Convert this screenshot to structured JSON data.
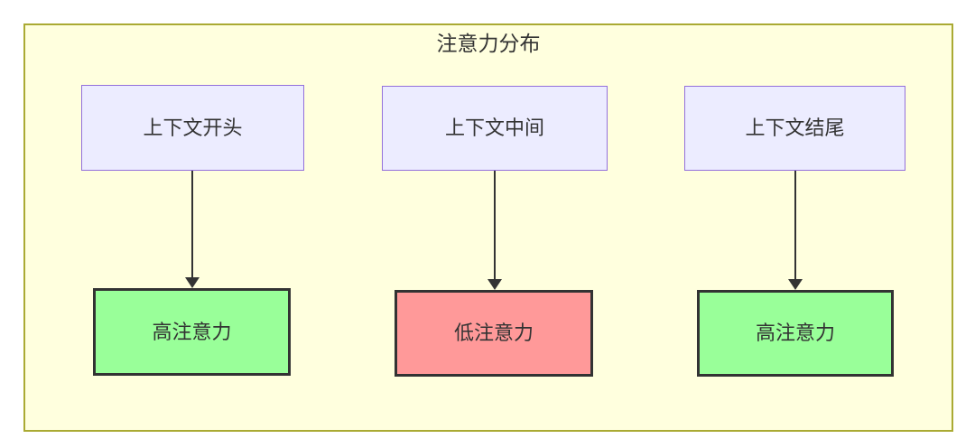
{
  "diagram": {
    "title": "注意力分布",
    "cluster": {
      "fill": "#ffffde",
      "stroke": "#aaaa33"
    },
    "arrow_color": "#333333",
    "source_style": {
      "fill": "#ECECFF",
      "stroke": "#9370DB"
    },
    "columns": [
      {
        "source": {
          "label": "上下文开头",
          "fill": "#ECECFF",
          "stroke": "#9370DB"
        },
        "target": {
          "label": "高注意力",
          "fill": "#99ff99",
          "stroke": "#333333"
        }
      },
      {
        "source": {
          "label": "上下文中间",
          "fill": "#ECECFF",
          "stroke": "#9370DB"
        },
        "target": {
          "label": "低注意力",
          "fill": "#ff9999",
          "stroke": "#333333"
        }
      },
      {
        "source": {
          "label": "上下文结尾",
          "fill": "#ECECFF",
          "stroke": "#9370DB"
        },
        "target": {
          "label": "高注意力",
          "fill": "#99ff99",
          "stroke": "#333333"
        }
      }
    ]
  }
}
